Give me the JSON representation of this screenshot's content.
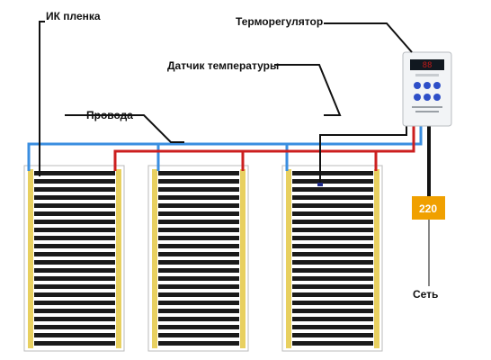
{
  "labels": {
    "ik_film": "ИК пленка",
    "thermostat": "Терморегулятор",
    "temp_sensor": "Датчик температуры",
    "wires": "Провода",
    "voltage": "220",
    "network": "Сеть"
  },
  "panels": [
    {
      "name": "ir-film-panel-1"
    },
    {
      "name": "ir-film-panel-2"
    },
    {
      "name": "ir-film-panel-3"
    }
  ],
  "colors": {
    "wire_blue": "#3a8ee0",
    "wire_red": "#cc1f1f",
    "wire_black": "#111111",
    "stripe_dark": "#1a1a1a",
    "film_edge": "#e8d060",
    "film_frame": "#bbbbbb",
    "badge_orange": "#f0a000",
    "thermostat_body": "#f2f4f6",
    "thermostat_display": "#c01818",
    "thermostat_button": "#2e4fc8"
  },
  "icons": {
    "thermostat": "thermostat-icon",
    "sensor": "sensor-dot-icon"
  }
}
